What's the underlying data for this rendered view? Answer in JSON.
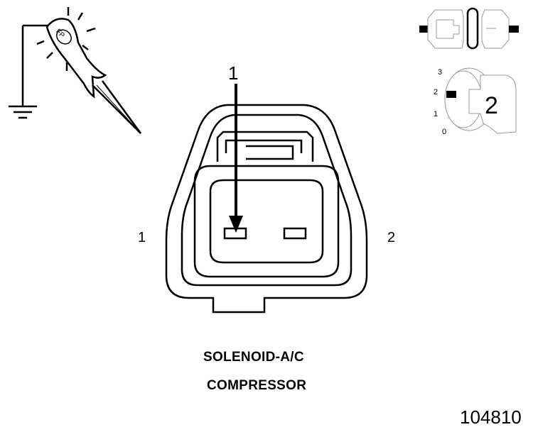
{
  "connector": {
    "pin_labels": [
      "1",
      "2"
    ],
    "probe_pin_label": "1",
    "title_line1": "SOLENOID-A/C",
    "title_line2": "COMPRESSOR"
  },
  "probe": {
    "tip_text": "FP"
  },
  "ignition_switch": {
    "positions": [
      "3",
      "2",
      "1",
      "0"
    ],
    "key_label": "2"
  },
  "figure_number": "104810",
  "icons": [
    "ground-icon",
    "test-probe-icon",
    "connector-disconnected-icon",
    "ignition-key-icon"
  ]
}
